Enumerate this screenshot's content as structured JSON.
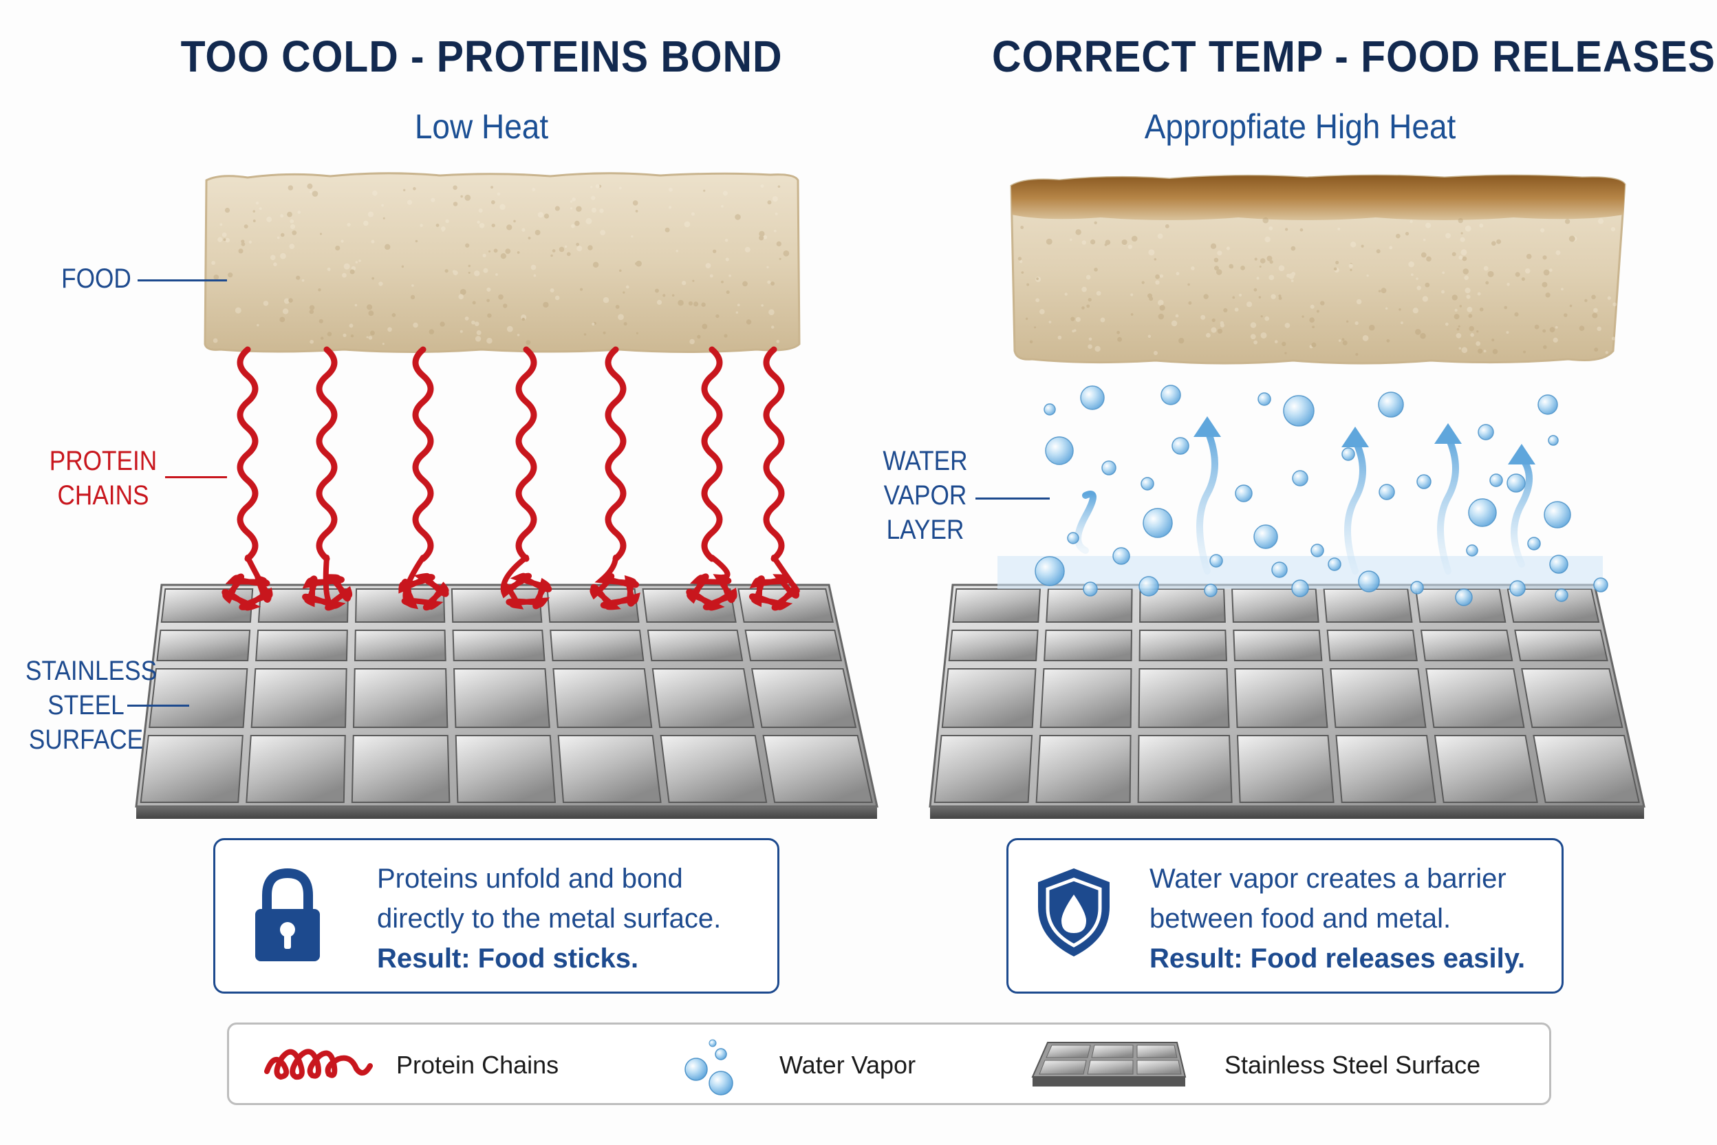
{
  "left_panel": {
    "title": "TOO COLD - PROTEINS BOND",
    "subtitle": "Low Heat",
    "labels": {
      "food": "FOOD",
      "protein_line1": "PROTEIN",
      "protein_line2": "CHAINS",
      "steel_line1": "STAINLESS",
      "steel_line2": "STEEL",
      "steel_line3": "SURFACE"
    },
    "info": {
      "line1": "Proteins unfold and bond",
      "line2": "directly to the metal surface.",
      "result": "Result: Food sticks."
    }
  },
  "right_panel": {
    "title": "CORRECT TEMP - FOOD RELEASES",
    "subtitle": "Appropfiate High Heat",
    "labels": {
      "vapor_line1": "WATER",
      "vapor_line2": "VAPOR",
      "vapor_line3": "LAYER"
    },
    "info": {
      "line1": "Water vapor creates a barrier",
      "line2": "between food and metal.",
      "result": "Result: Food releases easily."
    }
  },
  "legend": {
    "protein": "Protein Chains",
    "vapor": "Water Vapor",
    "steel": "Stainless Steel Surface"
  },
  "colors": {
    "title": "#12294f",
    "subtitle": "#1b4f94",
    "protein": "#c8161d",
    "vapor": "#5fa6dc",
    "box_border": "#1d4a8e"
  },
  "icons": [
    "padlock-icon",
    "shield-droplet-icon",
    "protein-chain-icon",
    "water-vapor-icon",
    "steel-tile-icon",
    "vapor-arrow-icon"
  ]
}
